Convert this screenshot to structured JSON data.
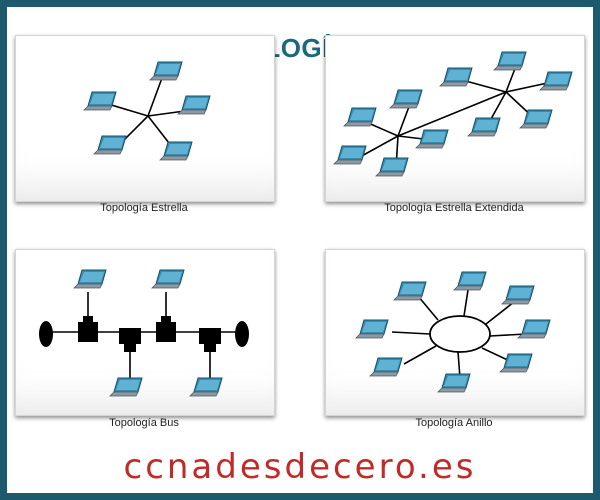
{
  "page": {
    "title": "TOPOLOGÍA LAN",
    "footer": "ccnadesdecero.es",
    "colors": {
      "border": "#1e5a6e",
      "title": "#1a6a7c",
      "footer": "#c22a2a",
      "screen": "#3a8db0",
      "node": "#000000"
    }
  },
  "panels": [
    {
      "caption": "Topología Estrella",
      "type": "star"
    },
    {
      "caption": "Topología Estrella Extendida",
      "type": "extended-star"
    },
    {
      "caption": "Topología Bus",
      "type": "bus"
    },
    {
      "caption": "Topología Anillo",
      "type": "ring"
    }
  ],
  "icons": [
    "laptop-icon",
    "switch-node-icon",
    "terminator-icon"
  ]
}
